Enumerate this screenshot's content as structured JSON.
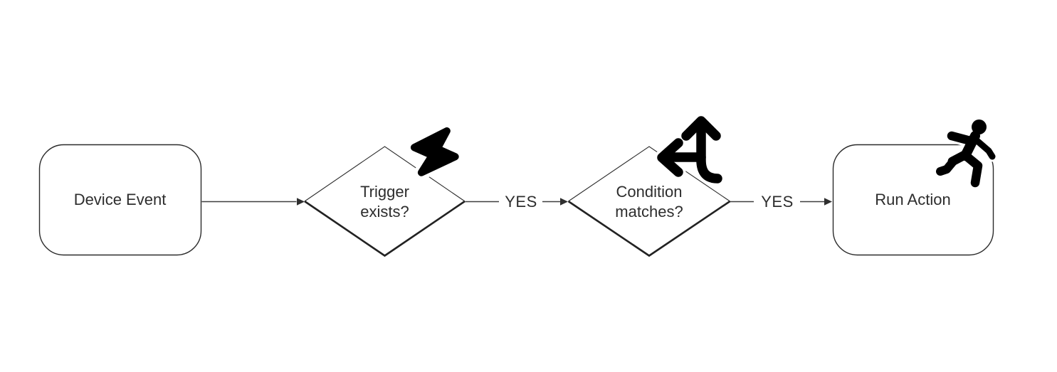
{
  "diagram": {
    "type": "flowchart",
    "colors": {
      "background": "#ffffff",
      "shape_stroke": "#2b2b2b",
      "connector": "#3d3d3d",
      "text": "#2d2d2d",
      "icon": "#000000"
    },
    "nodes": [
      {
        "id": "device-event",
        "shape": "rounded-rectangle",
        "label": "Device Event",
        "icon": ""
      },
      {
        "id": "trigger-exists",
        "shape": "diamond",
        "label": "Trigger exists?",
        "icon": "lightning-bolt-icon"
      },
      {
        "id": "condition-matches",
        "shape": "diamond",
        "label": "Condition matches?",
        "icon": "split-directions-icon"
      },
      {
        "id": "run-action",
        "shape": "rounded-rectangle",
        "label": "Run Action",
        "icon": "person-running-icon"
      }
    ],
    "edges": [
      {
        "from": "device-event",
        "to": "trigger-exists",
        "label": ""
      },
      {
        "from": "trigger-exists",
        "to": "condition-matches",
        "label": "YES"
      },
      {
        "from": "condition-matches",
        "to": "run-action",
        "label": "YES"
      }
    ]
  }
}
